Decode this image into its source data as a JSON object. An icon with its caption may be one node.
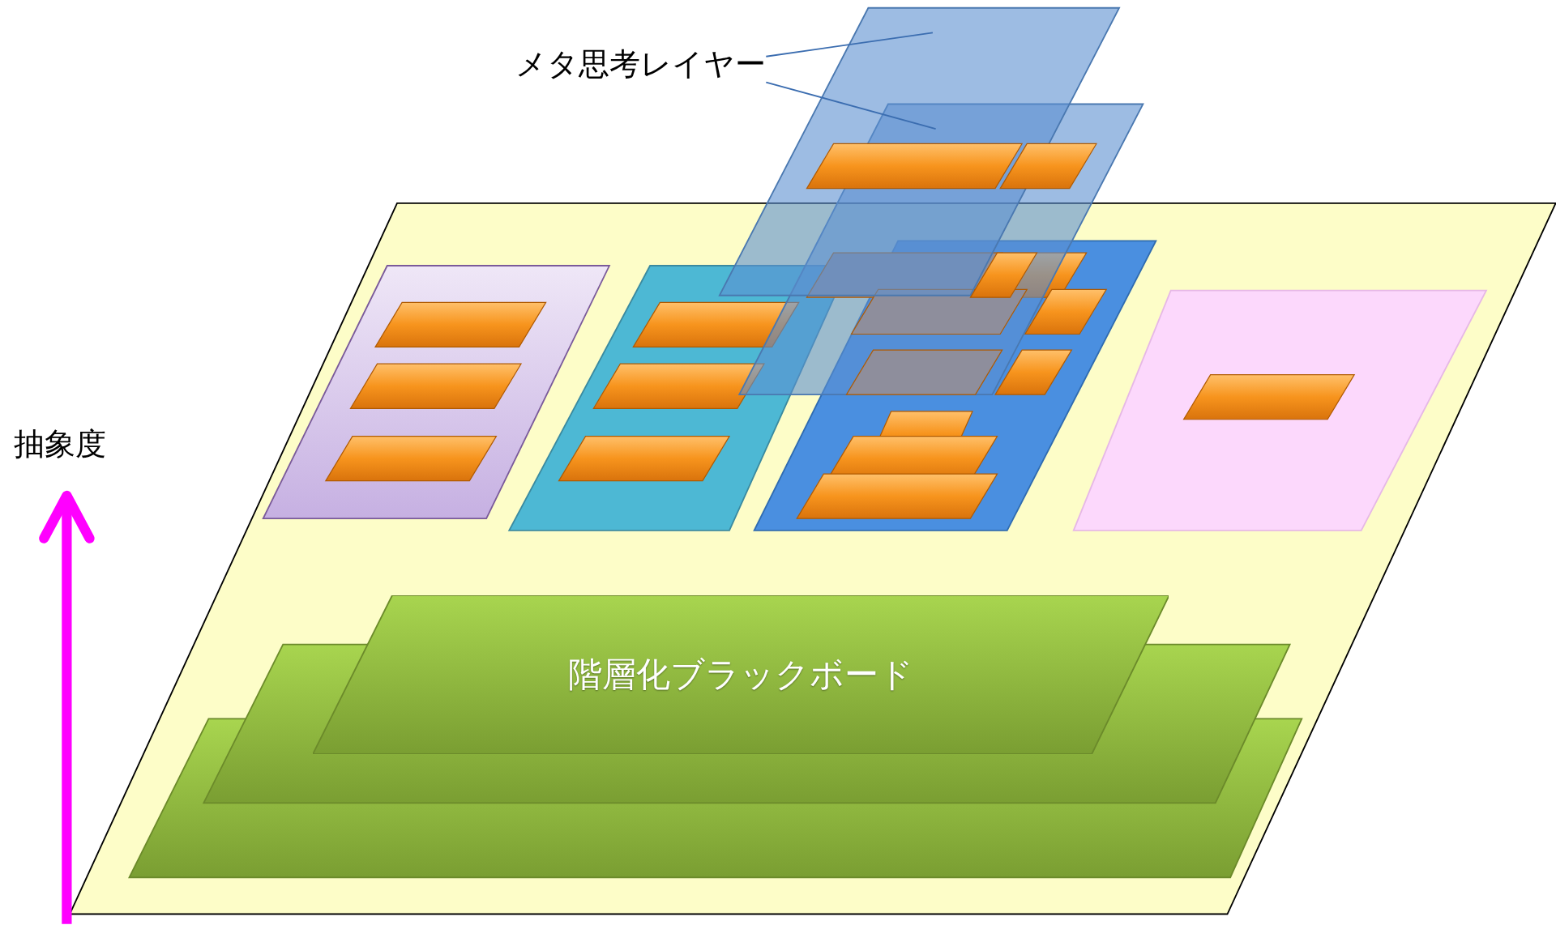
{
  "diagram": {
    "nodes": [
      {
        "text": [
          "メタ思考レイヤー"
        ]
      },
      {
        "text": [],
        "shape": "parallelogram"
      },
      {
        "text": [],
        "shape": "parallelogram"
      },
      {
        "text": [
          "階層化ブラックボード"
        ]
      },
      {
        "text": [],
        "shape": "parallelogram"
      },
      {
        "text": [],
        "shape": "parallelogram"
      }
    ],
    "edges": [
      {
        "from": 0,
        "to": 1,
        "arrow": "none"
      },
      {
        "from": 0,
        "to": 2,
        "arrow": "none"
      }
    ],
    "labels": [
      "抽象度"
    ]
  }
}
